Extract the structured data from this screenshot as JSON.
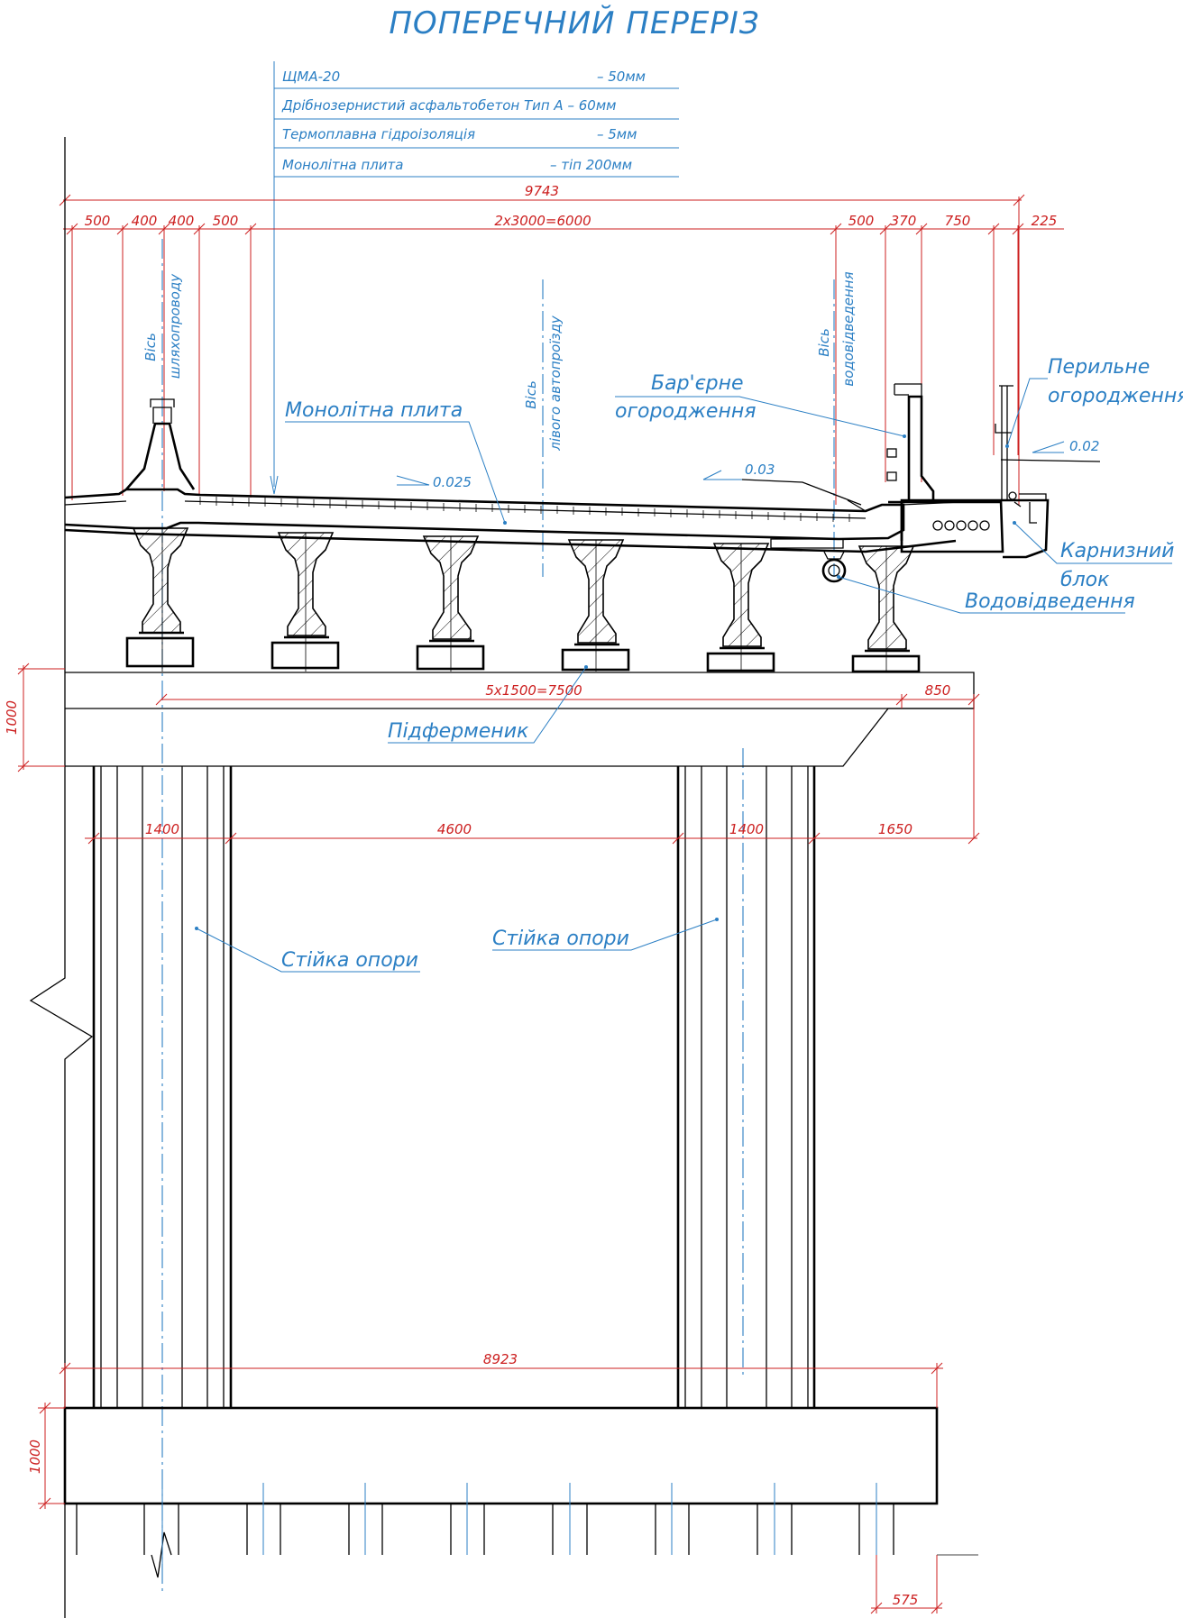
{
  "title": "ПОПЕРЕЧНИЙ ПЕРЕРІЗ",
  "layers": [
    {
      "name": "ЩМА-20",
      "value": "– 50мм"
    },
    {
      "name": "Дрібнозернистий асфальтобетон Тип А – 60мм",
      "value": ""
    },
    {
      "name": "Термоплавна гідроізоляція",
      "value": "– 5мм"
    },
    {
      "name": "Монолітна плита",
      "value": "– тіп 200мм"
    }
  ],
  "dims": {
    "overall": "9743",
    "d500a": "500",
    "d400a": "400",
    "d400b": "400",
    "d500b": "500",
    "lanes": "2х3000=6000",
    "d500c": "500",
    "d370": "370",
    "d750": "750",
    "d225": "225",
    "beams": "5х1500=7500",
    "d850": "850",
    "h1000a": "1000",
    "col1": "1400",
    "span": "4600",
    "col2": "1400",
    "d1650": "1650",
    "found": "8923",
    "h1000b": "1000",
    "d575": "575"
  },
  "slopes": {
    "s1": "0.025",
    "s2": "0.03",
    "s3": "0.02"
  },
  "axes": {
    "bridge_1": "Вісь",
    "bridge_2": "шляхопроводу",
    "lane_1": "Вісь",
    "lane_2": "лівого автопроїзду",
    "drain_1": "Вісь",
    "drain_2": "водовідведення"
  },
  "labels": {
    "slab": "Монолітна плита",
    "barrier_1": "Бар'єрне",
    "barrier_2": "огородження",
    "railing_1": "Перильне",
    "railing_2": "огородження",
    "cornice_1": "Карнизний",
    "cornice_2": "блок",
    "drainage": "Водовідведення",
    "crossbeam": "Підферменик",
    "column_left": "Стійка опори",
    "column_right": "Стійка опори"
  },
  "colors": {
    "drawing": "#000000",
    "dimensions": "#cc1f1f",
    "annotations": "#2b7fc4"
  }
}
